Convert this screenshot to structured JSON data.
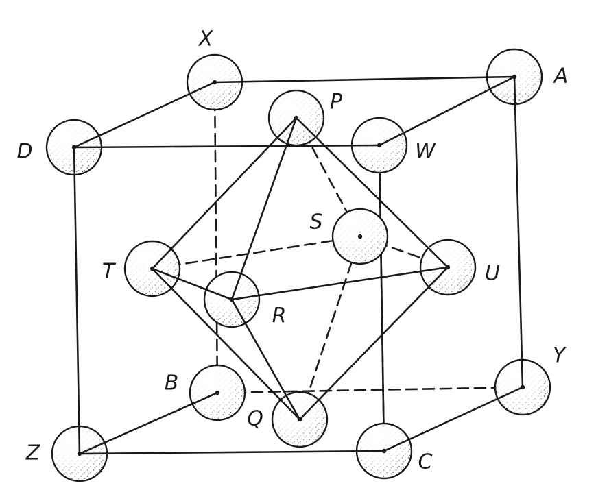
{
  "diagram": {
    "atoms": [
      {
        "id": "X",
        "label": "X"
      },
      {
        "id": "A",
        "label": "A"
      },
      {
        "id": "D",
        "label": "D"
      },
      {
        "id": "W",
        "label": "W"
      },
      {
        "id": "B",
        "label": "B"
      },
      {
        "id": "Y",
        "label": "Y"
      },
      {
        "id": "Z",
        "label": "Z"
      },
      {
        "id": "C",
        "label": "C"
      },
      {
        "id": "P",
        "label": "P"
      },
      {
        "id": "Q",
        "label": "Q"
      },
      {
        "id": "R",
        "label": "R"
      },
      {
        "id": "S",
        "label": "S"
      },
      {
        "id": "T",
        "label": "T"
      },
      {
        "id": "U",
        "label": "U"
      }
    ],
    "edges": {
      "solid": [
        [
          "D",
          "W"
        ],
        [
          "D",
          "Z"
        ],
        [
          "Z",
          "C"
        ],
        [
          "W",
          "C"
        ],
        [
          "X",
          "A"
        ],
        [
          "A",
          "Y"
        ],
        [
          "X",
          "D"
        ],
        [
          "A",
          "W"
        ],
        [
          "Z",
          "B"
        ],
        [
          "C",
          "Y"
        ],
        [
          "P",
          "T"
        ],
        [
          "P",
          "U"
        ],
        [
          "P",
          "R"
        ],
        [
          "Q",
          "T"
        ],
        [
          "Q",
          "U"
        ],
        [
          "Q",
          "R"
        ],
        [
          "T",
          "R"
        ],
        [
          "R",
          "U"
        ]
      ],
      "dashed": [
        [
          "X",
          "B"
        ],
        [
          "B",
          "Y"
        ],
        [
          "W",
          "C"
        ],
        [
          "P",
          "S"
        ],
        [
          "Q",
          "S"
        ],
        [
          "T",
          "S"
        ],
        [
          "S",
          "U"
        ]
      ]
    },
    "colors": {
      "line": "#1a1a1a",
      "atom_fill": "#ffffff",
      "stipple": "#3a3a3a"
    }
  }
}
